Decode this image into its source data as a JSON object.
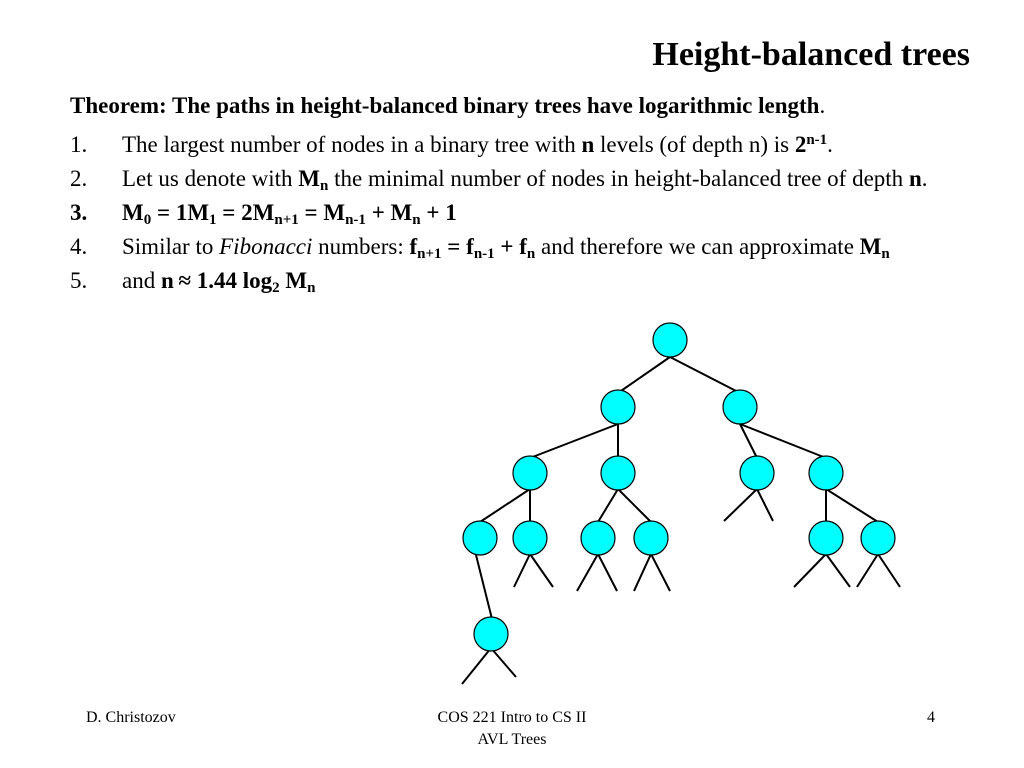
{
  "title": "Height-balanced trees",
  "theorem": {
    "bold_text": "Theorem: The paths in height-balanced binary trees have logarithmic length",
    "end": "."
  },
  "items": [
    {
      "num": "1.",
      "text_a": "The largest number of nodes in a binary tree with ",
      "var_n": "n",
      "text_b": " levels (of depth n) is ",
      "base": "2",
      "exp": "n-1",
      "end": "."
    },
    {
      "num": "2.",
      "text_a": "Let us denote with ",
      "var_m": "M",
      "sub_n": "n",
      "text_b": " the minimal number of nodes in height-balanced tree of depth ",
      "var_n": "n",
      "end": "."
    },
    {
      "num": "3.",
      "p1": "M",
      "s1": "0",
      "p2": " = 1M",
      "s2": "1",
      "p3": " = 2M",
      "s3": "n+1",
      "p4": " = M",
      "s4": "n-1",
      "p5": " + M",
      "s5": "n",
      "p6": " + 1"
    },
    {
      "num": "4.",
      "text_a": "Similar to ",
      "italic": "Fibonacci",
      "text_b": " numbers: ",
      "f1": "f",
      "f1s": "n+1",
      "f2": " = f",
      "f2s": "n-1",
      "f3": " + f",
      "f3s": "n",
      "text_c": " and therefore we can approximate ",
      "m": "M",
      "ms": "n"
    },
    {
      "num": "5.",
      "text_a": "and ",
      "expr": "n ≈ 1.44 log",
      "log_sub": "2",
      "m": " M",
      "ms": "n"
    }
  ],
  "footer": {
    "author": "D. Christozov",
    "course_line1": "COS 221 Intro to CS II",
    "course_line2": "AVL Trees",
    "page": "4"
  },
  "tree": {
    "node_fill": "#00ffff",
    "node_stroke": "#000000"
  }
}
